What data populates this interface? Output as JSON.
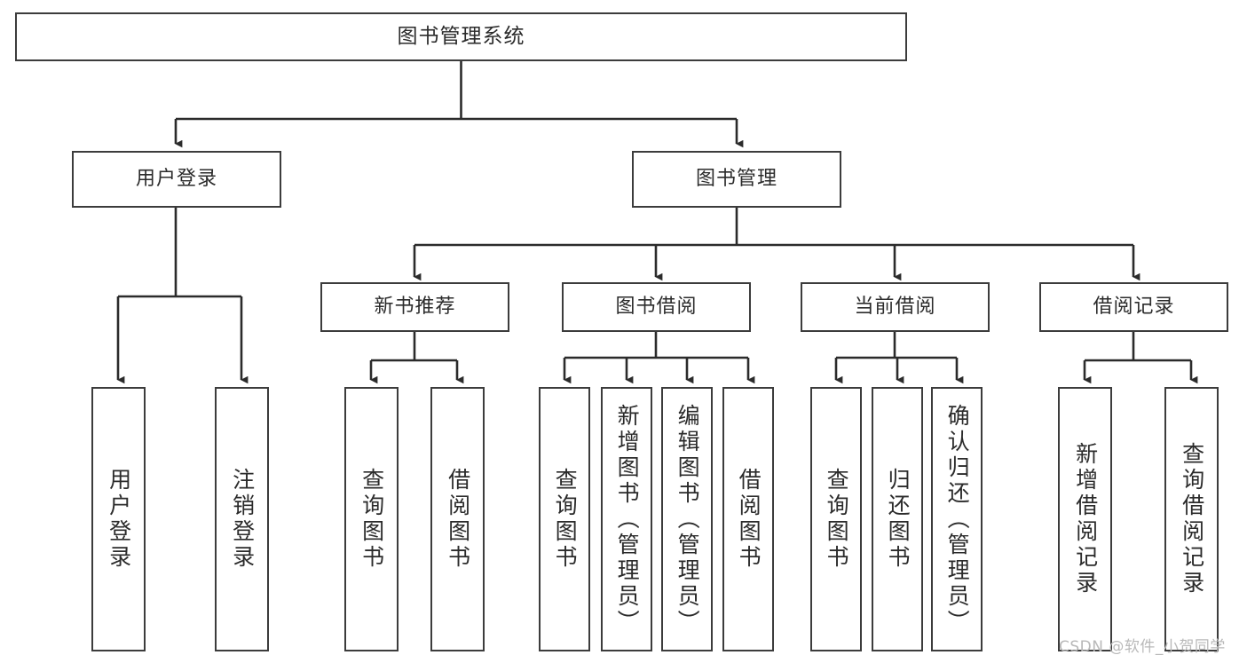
{
  "diagram": {
    "type": "tree-hierarchy",
    "title": "图书管理系统",
    "orientation": "top-down",
    "colors": {
      "box_stroke": "#3c3c3c",
      "box_fill": "#ffffff",
      "edge": "#2b2b2b",
      "text": "#2b2b2b",
      "watermark": "#b9b9b9"
    },
    "watermark": "CSDN @软件_小贺同学",
    "nodes": {
      "root": {
        "label": "图书管理系统"
      },
      "level2": [
        {
          "id": "user-login",
          "label": "用户登录"
        },
        {
          "id": "book-manage",
          "label": "图书管理"
        }
      ],
      "level3": [
        {
          "id": "new-book-recommend",
          "label": "新书推荐"
        },
        {
          "id": "book-borrow",
          "label": "图书借阅"
        },
        {
          "id": "current-borrow",
          "label": "当前借阅"
        },
        {
          "id": "borrow-record",
          "label": "借阅记录"
        }
      ],
      "leaves": [
        {
          "id": "leaf-user-login",
          "label": "用户登录",
          "parent": "user-login"
        },
        {
          "id": "leaf-logout-login",
          "label": "注销登录",
          "parent": "user-login"
        },
        {
          "id": "leaf-query-book-1",
          "label": "查询图书",
          "parent": "new-book-recommend"
        },
        {
          "id": "leaf-borrow-book-1",
          "label": "借阅图书",
          "parent": "new-book-recommend"
        },
        {
          "id": "leaf-query-book-2",
          "label": "查询图书",
          "parent": "book-borrow"
        },
        {
          "id": "leaf-add-book",
          "label": "新增图书（管理员）",
          "parent": "book-borrow"
        },
        {
          "id": "leaf-edit-book",
          "label": "编辑图书（管理员）",
          "parent": "book-borrow"
        },
        {
          "id": "leaf-borrow-book-2",
          "label": "借阅图书",
          "parent": "book-borrow"
        },
        {
          "id": "leaf-query-book-3",
          "label": "查询图书",
          "parent": "current-borrow"
        },
        {
          "id": "leaf-return-book",
          "label": "归还图书",
          "parent": "current-borrow"
        },
        {
          "id": "leaf-confirm-return",
          "label": "确认归还（管理员）",
          "parent": "current-borrow"
        },
        {
          "id": "leaf-add-record",
          "label": "新增借阅记录",
          "parent": "borrow-record"
        },
        {
          "id": "leaf-query-record",
          "label": "查询借阅记录",
          "parent": "borrow-record"
        }
      ]
    }
  }
}
